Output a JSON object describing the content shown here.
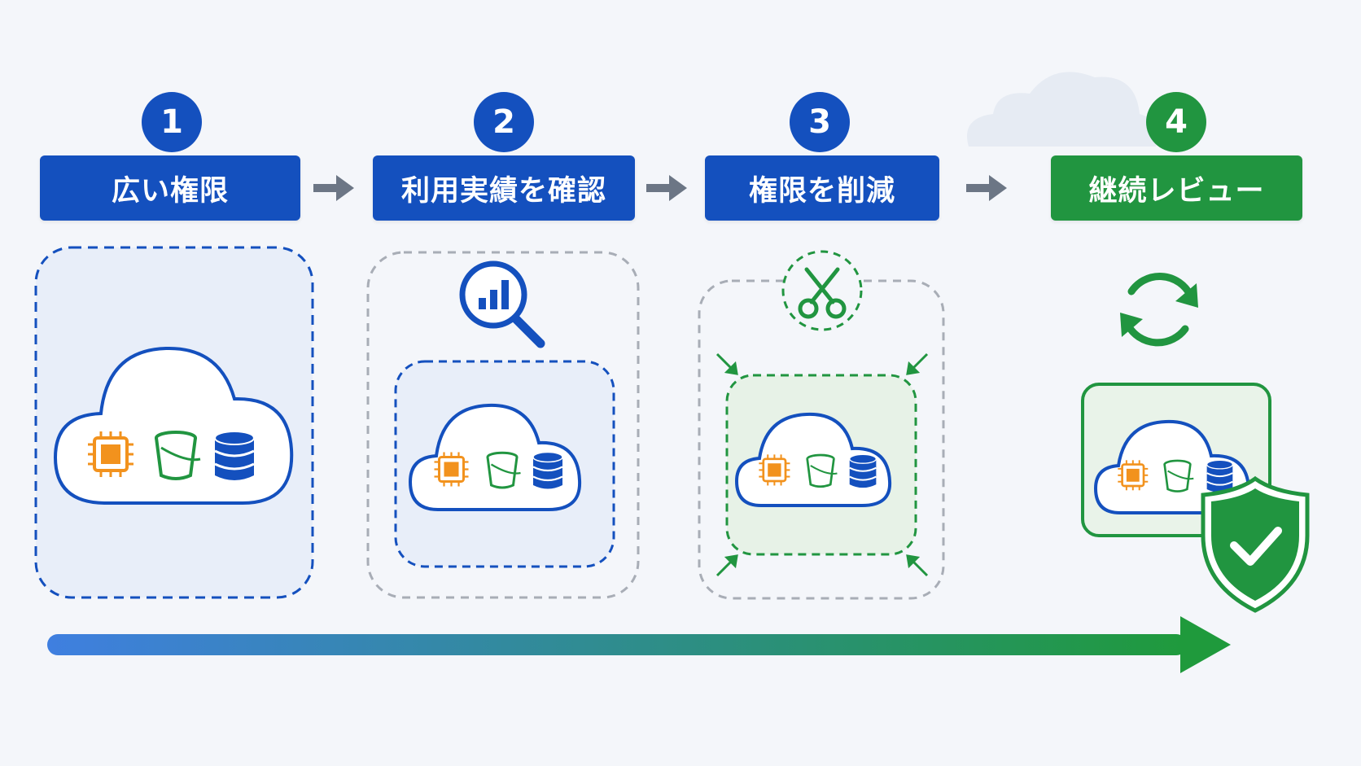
{
  "steps": [
    {
      "number": "1",
      "label": "広い権限",
      "color": "#1450be"
    },
    {
      "number": "2",
      "label": "利用実績を確認",
      "color": "#1450be"
    },
    {
      "number": "3",
      "label": "権限を削減",
      "color": "#1450be"
    },
    {
      "number": "4",
      "label": "継続レビュー",
      "color": "#219540"
    }
  ],
  "icons": {
    "step1": [
      "cloud-icon",
      "cpu-chip-icon",
      "bucket-icon",
      "database-icon"
    ],
    "step2": [
      "magnifier-chart-icon",
      "cloud-icon",
      "cpu-chip-icon",
      "bucket-icon",
      "database-icon"
    ],
    "step3": [
      "scissors-icon",
      "shrink-arrows-icon",
      "cloud-icon",
      "cpu-chip-icon",
      "bucket-icon",
      "database-icon"
    ],
    "step4": [
      "refresh-icon",
      "cloud-icon",
      "cpu-chip-icon",
      "bucket-icon",
      "database-icon",
      "shield-check-icon"
    ]
  },
  "colors": {
    "primary": "#1450be",
    "success": "#219540",
    "chip": "#f2921d",
    "timeline_start": "#3f7fe0",
    "timeline_end": "#1f9a3c"
  }
}
